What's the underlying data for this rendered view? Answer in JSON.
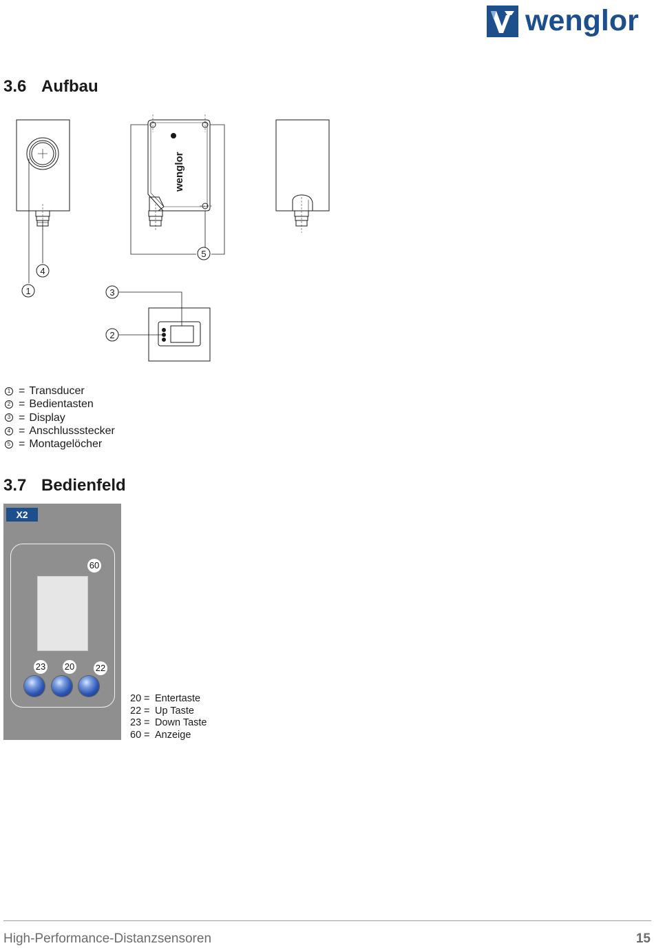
{
  "brand": {
    "name": "wenglor",
    "color": "#1d4f8c"
  },
  "section_aufbau": {
    "number": "3.6",
    "title": "Aufbau",
    "drawing": {
      "callouts": [
        "1",
        "2",
        "3",
        "4",
        "5"
      ],
      "housing_label": "wenglor"
    },
    "legend": [
      {
        "marker": "1",
        "eq": "=",
        "text": "Transducer"
      },
      {
        "marker": "2",
        "eq": "=",
        "text": "Bedientasten"
      },
      {
        "marker": "3",
        "eq": "=",
        "text": "Display"
      },
      {
        "marker": "4",
        "eq": "=",
        "text": "Anschlussstecker"
      },
      {
        "marker": "5",
        "eq": "=",
        "text": "Montagelöcher"
      }
    ]
  },
  "section_bedienfeld": {
    "number": "3.7",
    "title": "Bedienfeld",
    "panel": {
      "badge": "X2",
      "display_tag": "60",
      "button_tags": [
        "23",
        "20",
        "22"
      ],
      "panel_color": "#8f8f8f",
      "badge_color": "#1c4f8c"
    },
    "keys": [
      {
        "num": "20",
        "eq": "=",
        "text": "Entertaste"
      },
      {
        "num": "22",
        "eq": "=",
        "text": "Up Taste"
      },
      {
        "num": "23",
        "eq": "=",
        "text": "Down Taste"
      },
      {
        "num": "60",
        "eq": "=",
        "text": "Anzeige"
      }
    ]
  },
  "footer": {
    "title": "High-Performance-Distanzsensoren",
    "page": "15"
  }
}
